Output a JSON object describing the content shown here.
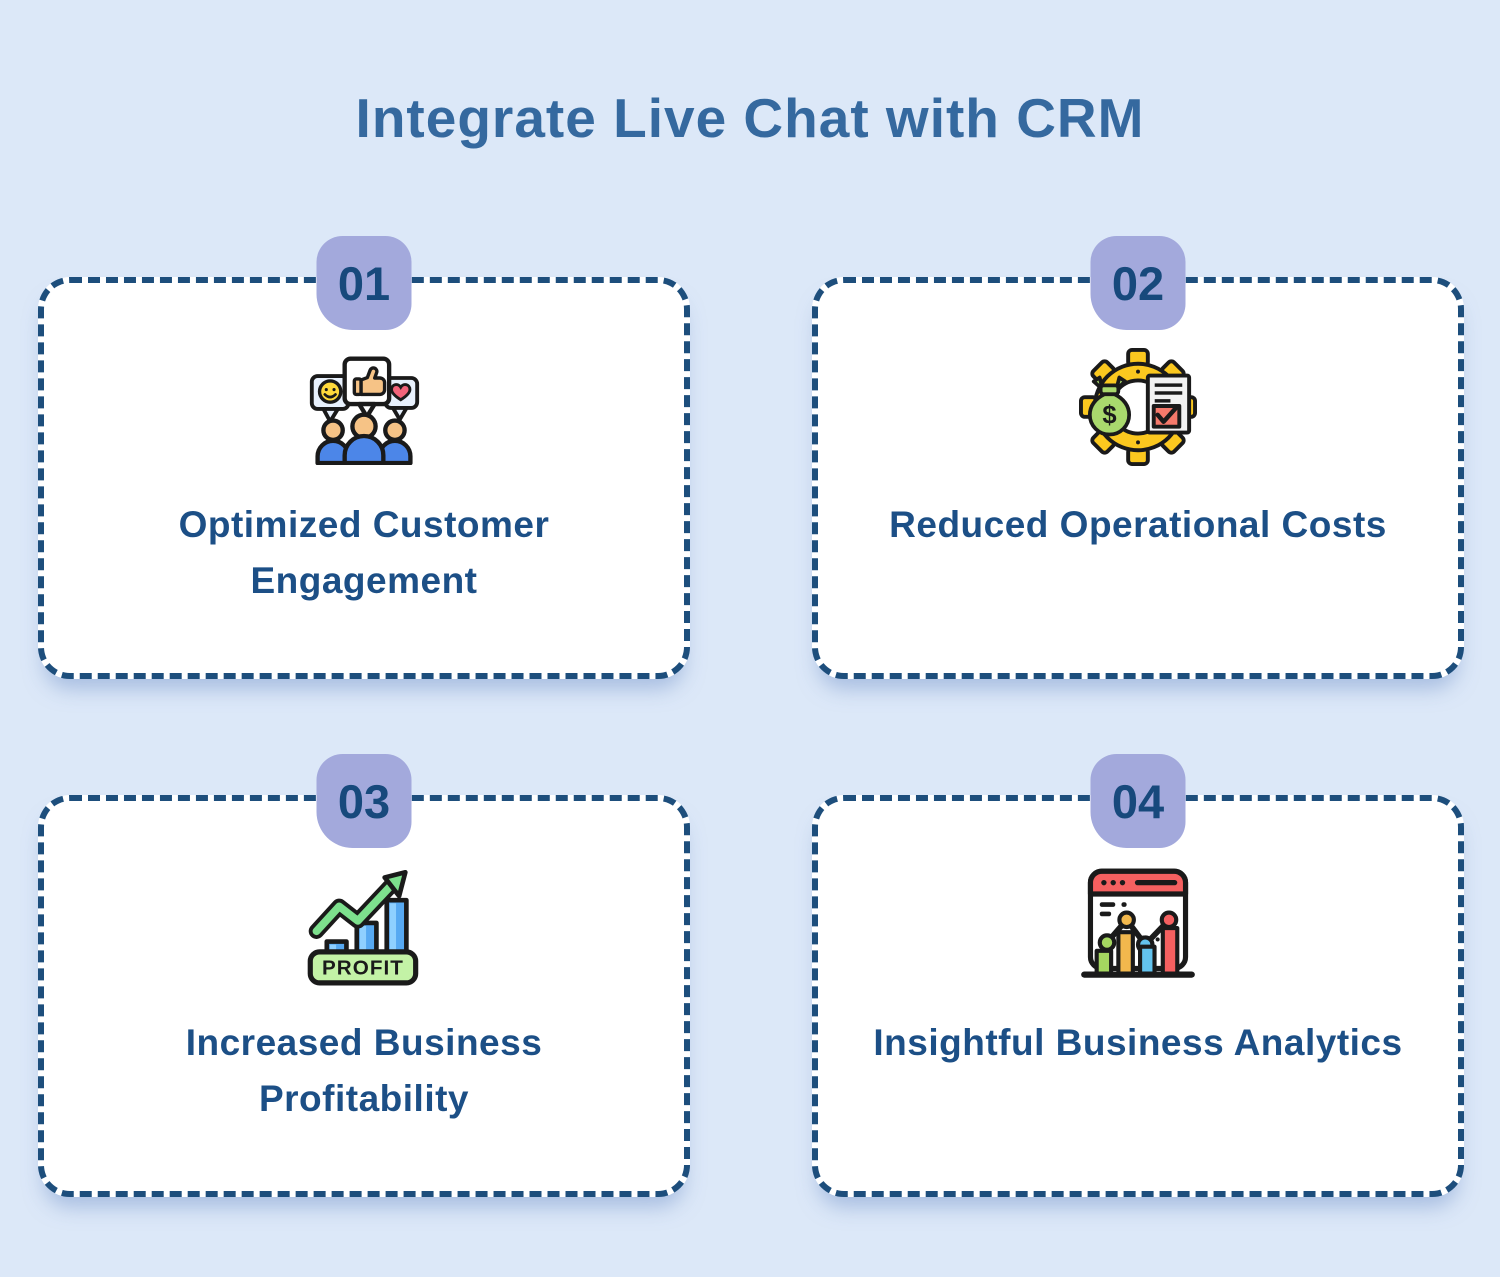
{
  "page": {
    "title": "Integrate Live Chat with CRM"
  },
  "colors": {
    "background": "#dce8f8",
    "title_text": "#35699f",
    "card_background": "#ffffff",
    "card_border": "#1d4e7c",
    "card_label_text": "#1c4f86",
    "badge_background": "#a3a9dc",
    "badge_text": "#17497c"
  },
  "cards": [
    {
      "number": "01",
      "label": "Optimized Customer Engagement",
      "icon": "customer-engagement-icon"
    },
    {
      "number": "02",
      "label": "Reduced Operational Costs",
      "icon": "reduced-operational-costs-icon"
    },
    {
      "number": "03",
      "label": "Increased Business Profitability",
      "icon": "business-profitability-icon"
    },
    {
      "number": "04",
      "label": "Insightful Business Analytics",
      "icon": "business-analytics-icon"
    }
  ],
  "icon_text": {
    "profit_badge": "PROFIT",
    "money_bag_symbol": "$"
  }
}
